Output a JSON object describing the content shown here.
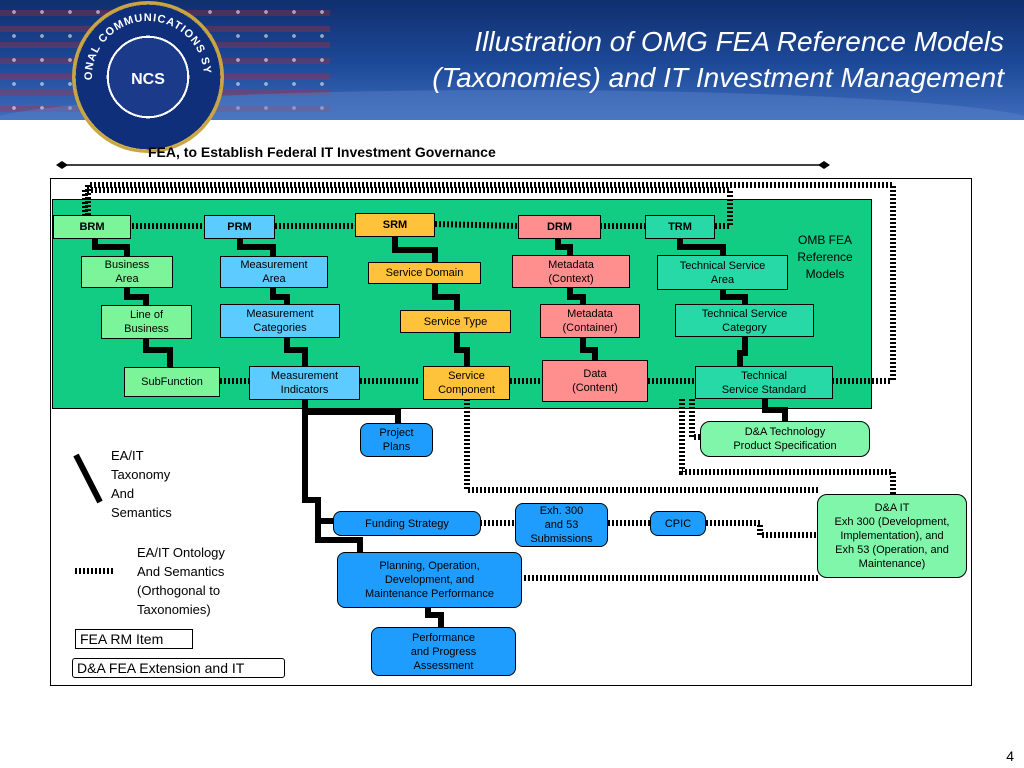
{
  "header": {
    "title_line1": "Illustration of OMG FEA Reference Models",
    "title_line2": "(Taxonomies) and IT Investment Management",
    "seal_text": "NATIONAL COMMUNICATIONS SYSTEM",
    "seal_center": "NCS"
  },
  "governance_label": "FEA, to Establish Federal IT Investment Governance",
  "omb_label": {
    "line1": "OMB FEA",
    "line2": "Reference",
    "line3": "Models"
  },
  "models": {
    "brm": {
      "header": "BRM",
      "l1": "Business",
      "l1b": "Area",
      "l2": "Line of",
      "l2b": "Business",
      "l3": "SubFunction"
    },
    "prm": {
      "header": "PRM",
      "l1": "Measurement",
      "l1b": "Area",
      "l2": "Measurement",
      "l2b": "Categories",
      "l3": "Measurement",
      "l3b": "Indicators"
    },
    "srm": {
      "header": "SRM",
      "l1": "Service Domain",
      "l2": "Service Type",
      "l3": "Service",
      "l3b": "Component"
    },
    "drm": {
      "header": "DRM",
      "l1": "Metadata",
      "l1b": "(Context)",
      "l2": "Metadata",
      "l2b": "(Container)",
      "l3": "Data",
      "l3b": "(Content)"
    },
    "trm": {
      "header": "TRM",
      "l1": "Technical Service",
      "l1b": "Area",
      "l2": "Technical Service",
      "l2b": "Category",
      "l3": "Technical",
      "l3b": "Service Standard"
    }
  },
  "lower": {
    "project_plans": {
      "a": "Project",
      "b": "Plans"
    },
    "dna_tech": {
      "a": "D&A Technology",
      "b": "Product Specification"
    },
    "funding": "Funding Strategy",
    "exh": {
      "a": "Exh. 300",
      "b": "and 53",
      "c": "Submissions"
    },
    "cpic": "CPIC",
    "dna_it": {
      "a": "D&A IT",
      "b": "Exh 300 (Development,",
      "c": "Implementation), and",
      "d": "Exh 53 (Operation, and",
      "e": "Maintenance)"
    },
    "planning": {
      "a": "Planning, Operation,",
      "b": "Development, and",
      "c": "Maintenance Performance"
    },
    "performance": {
      "a": "Performance",
      "b": "and Progress",
      "c": "Assessment"
    }
  },
  "legend": {
    "taxonomy": {
      "a": "EA/IT",
      "b": "Taxonomy",
      "c": "And",
      "d": "Semantics"
    },
    "ontology": {
      "a": "EA/IT Ontology",
      "b": "And Semantics",
      "c": "(Orthogonal to",
      "d": "Taxonomies)"
    },
    "fea_rm": "FEA RM Item",
    "dna_fea": "D&A FEA Extension and IT"
  },
  "page_number": "4",
  "colors": {
    "header_blue": "#1e4a9a",
    "omb_green": "#12cc84",
    "brm": "#7cf59a",
    "prm": "#5ccbff",
    "srm": "#ffc23a",
    "drm": "#ff8f8f",
    "trm": "#26d9a7",
    "lower_blue": "#1f9dff",
    "dna_mint": "#80f6ab"
  },
  "icons": {
    "seal": "ncs-seal-icon",
    "stars": "star-field-icon"
  }
}
